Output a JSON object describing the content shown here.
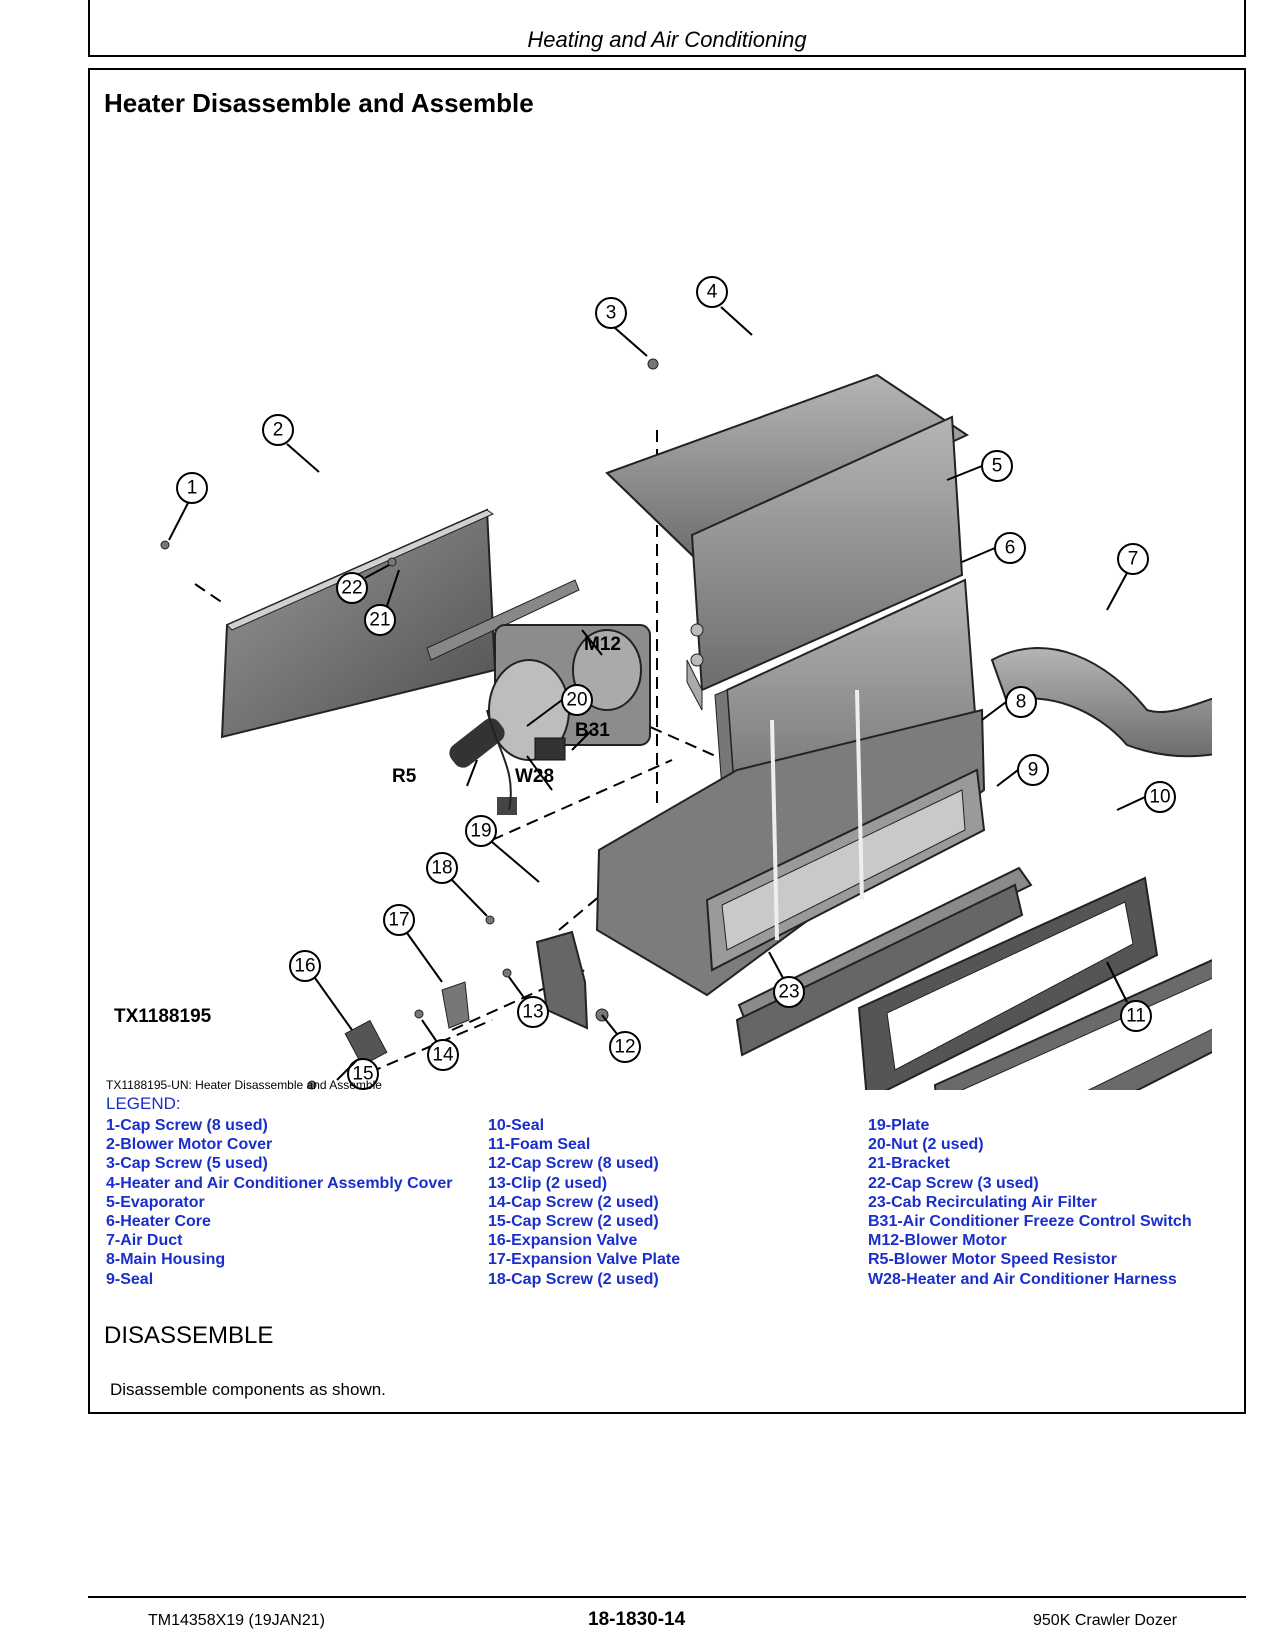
{
  "header": {
    "title": "Heating and Air Conditioning"
  },
  "section": {
    "title": "Heater Disassemble and Assemble",
    "figure_id": "TX1188195",
    "caption": "TX1188195-UN: Heater Disassemble and Assemble"
  },
  "callouts": {
    "c1": "1",
    "c2": "2",
    "c3": "3",
    "c4": "4",
    "c5": "5",
    "c6": "6",
    "c7": "7",
    "c8": "8",
    "c9": "9",
    "c10": "10",
    "c11": "11",
    "c12": "12",
    "c13": "13",
    "c14": "14",
    "c15": "15",
    "c16": "16",
    "c17": "17",
    "c18": "18",
    "c19": "19",
    "c20": "20",
    "c21": "21",
    "c22": "22",
    "c23": "23",
    "m12": "M12",
    "b31": "B31",
    "r5": "R5",
    "w28": "W28"
  },
  "legend": {
    "title": "LEGEND:",
    "col1": [
      "1-Cap Screw (8 used)",
      "2-Blower Motor Cover",
      "3-Cap Screw (5 used)",
      "4-Heater and Air Conditioner Assembly Cover",
      "5-Evaporator",
      "6-Heater Core",
      "7-Air Duct",
      "8-Main Housing",
      "9-Seal"
    ],
    "col2": [
      "10-Seal",
      "11-Foam Seal",
      "12-Cap Screw (8 used)",
      "13-Clip (2 used)",
      "14-Cap Screw (2 used)",
      "15-Cap Screw (2 used)",
      "16-Expansion Valve",
      "17-Expansion Valve Plate",
      "18-Cap Screw (2 used)"
    ],
    "col3": [
      "19-Plate",
      "20-Nut (2 used)",
      "21-Bracket",
      "22-Cap Screw (3 used)",
      "23-Cab Recirculating Air Filter",
      "B31-Air Conditioner Freeze Control Switch",
      "M12-Blower Motor",
      "R5-Blower Motor Speed Resistor",
      "W28-Heater and Air Conditioner Harness"
    ]
  },
  "disassemble": {
    "title": "DISASSEMBLE",
    "text": "Disassemble components as shown."
  },
  "footer": {
    "left": "TM14358X19 (19JAN21)",
    "center": "18-1830-14",
    "right": "950K Crawler Dozer"
  }
}
